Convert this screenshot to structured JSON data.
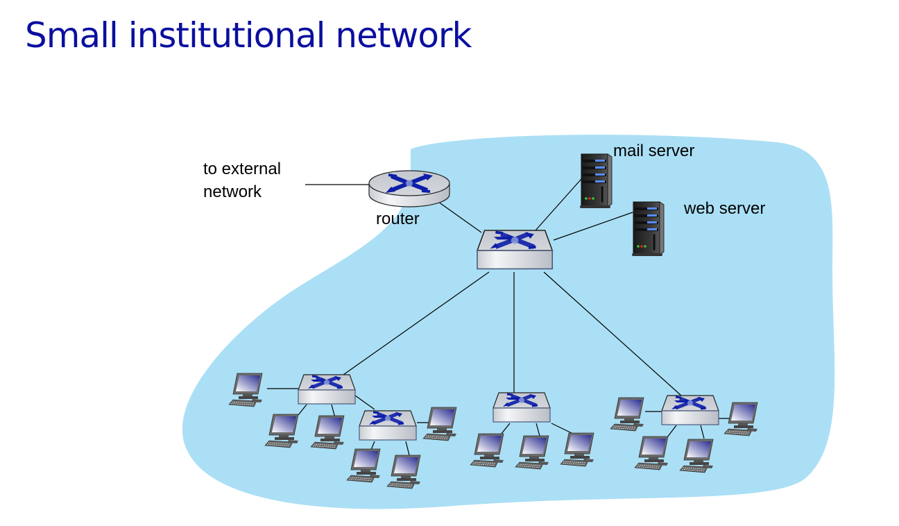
{
  "title": "Small institutional network",
  "labels": {
    "external": [
      "to external",
      "network"
    ],
    "router": "router",
    "mail_server": "mail server",
    "web_server": "web server"
  },
  "colors": {
    "title": "#0a0f9e",
    "network_area": "#abdff5",
    "switch_arrows": "#0d1ea8",
    "link": "#000000"
  },
  "nodes": {
    "router": {
      "type": "router",
      "label_key": "router"
    },
    "core_switch": {
      "type": "switch"
    },
    "mail_server": {
      "type": "server"
    },
    "web_server": {
      "type": "server"
    },
    "switches": [
      "switch-left",
      "switch-left-sub",
      "switch-middle",
      "switch-right"
    ],
    "host_count": 13
  }
}
